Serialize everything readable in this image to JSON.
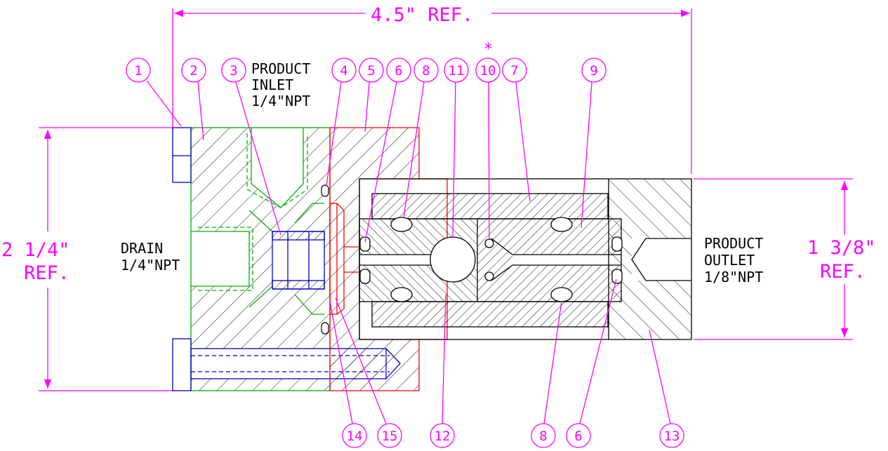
{
  "colors": {
    "dimension": "#ff00ff",
    "outline": "#000000",
    "body_green": "#00b000",
    "body_red": "#ff0000",
    "body_blue": "#0000cc"
  },
  "dimensions": {
    "overall_length": "4.5\" REF.",
    "left_height_value": "2 1/4\"",
    "left_height_ref": "REF.",
    "right_height_value": "1 3/8\"",
    "right_height_ref": "REF."
  },
  "labels": {
    "inlet_line1": "PRODUCT",
    "inlet_line2": "INLET",
    "inlet_line3": "1/4\"NPT",
    "drain_line1": "DRAIN",
    "drain_line2": "1/4\"NPT",
    "outlet_line1": "PRODUCT",
    "outlet_line2": "OUTLET",
    "outlet_line3": "1/8\"NPT",
    "asterisk": "*"
  },
  "balloons": {
    "b1": "1",
    "b2": "2",
    "b3": "3",
    "b4": "4",
    "b5": "5",
    "b6_top": "6",
    "b8_top": "8",
    "b11": "11",
    "b10": "10",
    "b7": "7",
    "b9": "9",
    "b14": "14",
    "b15": "15",
    "b12": "12",
    "b8_bottom": "8",
    "b6_bottom": "6",
    "b13": "13"
  }
}
